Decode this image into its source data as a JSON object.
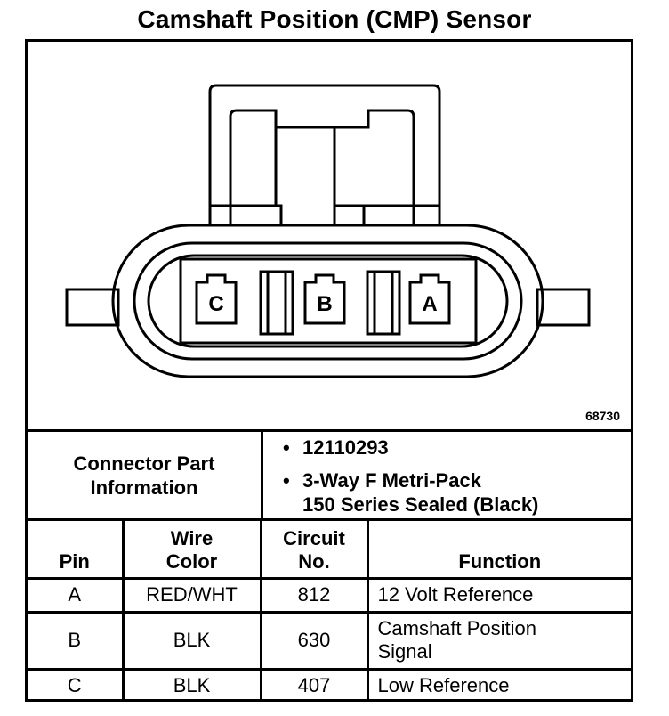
{
  "title": "Camshaft Position (CMP) Sensor",
  "diagram": {
    "pin_labels": [
      "C",
      "B",
      "A"
    ],
    "reference_number": "68730"
  },
  "connector_info": {
    "label_line1": "Connector Part",
    "label_line2": "Information",
    "part_number": "12110293",
    "description_line1": "3-Way F Metri-Pack",
    "description_line2": "150 Series Sealed (Black)"
  },
  "table": {
    "headers": {
      "pin": "Pin",
      "wire_color_line1": "Wire",
      "wire_color_line2": "Color",
      "circuit_line1": "Circuit",
      "circuit_line2": "No.",
      "function": "Function"
    },
    "rows": [
      {
        "pin": "A",
        "wire_color": "RED/WHT",
        "circuit": "812",
        "function_line1": "12 Volt Reference",
        "function_line2": ""
      },
      {
        "pin": "B",
        "wire_color": "BLK",
        "circuit": "630",
        "function_line1": "Camshaft Position",
        "function_line2": "Signal"
      },
      {
        "pin": "C",
        "wire_color": "BLK",
        "circuit": "407",
        "function_line1": "Low Reference",
        "function_line2": ""
      }
    ]
  }
}
